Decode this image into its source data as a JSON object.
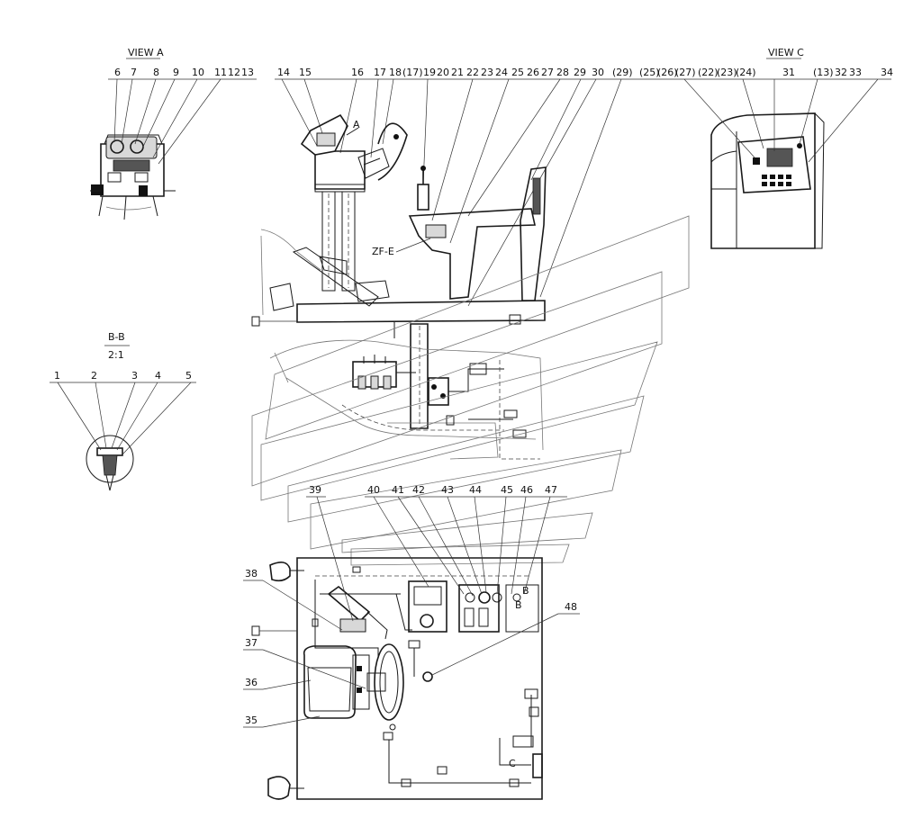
{
  "views": {
    "view_a": "VIEW A",
    "view_c": "VIEW C",
    "section_bb": "B-B",
    "section_scale": "2:1",
    "view_marker_a": "A",
    "view_marker_b1": "B",
    "view_marker_b2": "B",
    "view_marker_c": "C",
    "zf_label": "ZF-E"
  },
  "callouts": {
    "c1": "1",
    "c2": "2",
    "c3": "3",
    "c4": "4",
    "c5": "5",
    "c6": "6",
    "c7": "7",
    "c8": "8",
    "c9": "9",
    "c10": "10",
    "c11": "11",
    "c12": "12",
    "c13": "13",
    "c14": "14",
    "c15": "15",
    "c16": "16",
    "c17": "17",
    "c17p": "(17)",
    "c18": "18",
    "c19": "19",
    "c20": "20",
    "c21": "21",
    "c22": "22",
    "c23": "23",
    "c24": "24",
    "c25": "25",
    "c26": "26",
    "c27": "27",
    "c28": "28",
    "c29": "29",
    "c30": "30",
    "c29p": "(29)",
    "c25p": "(25)",
    "c26p": "(26)",
    "c27p": "(27)",
    "c22p": "(22)",
    "c23p": "(23)",
    "c24p": "(24)",
    "c31": "31",
    "c13p": "(13)",
    "c32": "32",
    "c33": "33",
    "c34": "34",
    "c35": "35",
    "c36": "36",
    "c37": "37",
    "c38": "38",
    "c39": "39",
    "c40": "40",
    "c41": "41",
    "c42": "42",
    "c43": "43",
    "c44": "44",
    "c45": "45",
    "c46": "46",
    "c47": "47",
    "c48": "48"
  }
}
